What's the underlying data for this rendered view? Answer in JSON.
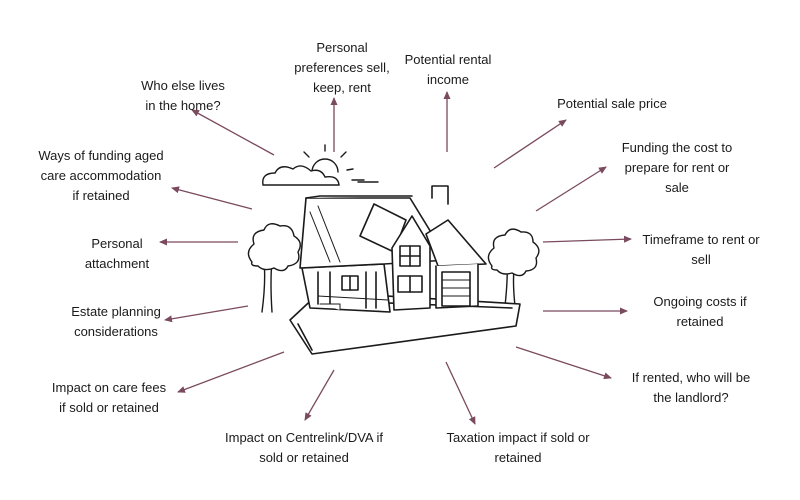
{
  "diagram": {
    "arrow_color": "#7a4a5e",
    "ink_color": "#1a1a1a",
    "center_icon": "house-sketch-icon",
    "factors": [
      {
        "id": "who-else-lives",
        "label": "Who else lives\nin the home?"
      },
      {
        "id": "personal-preferences",
        "label": "Personal\npreferences sell,\nkeep, rent"
      },
      {
        "id": "potential-rental-income",
        "label": "Potential rental\nincome"
      },
      {
        "id": "potential-sale-price",
        "label": "Potential sale price"
      },
      {
        "id": "funding-cost-prepare",
        "label": "Funding the cost to\nprepare for rent or\nsale"
      },
      {
        "id": "timeframe",
        "label": "Timeframe to rent or\nsell"
      },
      {
        "id": "ongoing-costs",
        "label": "Ongoing costs if\nretained"
      },
      {
        "id": "landlord",
        "label": "If rented, who will be\nthe landlord?"
      },
      {
        "id": "taxation-impact",
        "label": "Taxation impact if sold or\nretained"
      },
      {
        "id": "centrelink-impact",
        "label": "Impact on Centrelink/DVA if\nsold or retained"
      },
      {
        "id": "care-fees-impact",
        "label": "Impact on care fees\nif sold or retained"
      },
      {
        "id": "estate-planning",
        "label": "Estate planning\nconsiderations"
      },
      {
        "id": "personal-attachment",
        "label": "Personal\nattachment"
      },
      {
        "id": "funding-aged-care",
        "label": "Ways of funding aged\ncare accommodation\nif retained"
      }
    ]
  }
}
